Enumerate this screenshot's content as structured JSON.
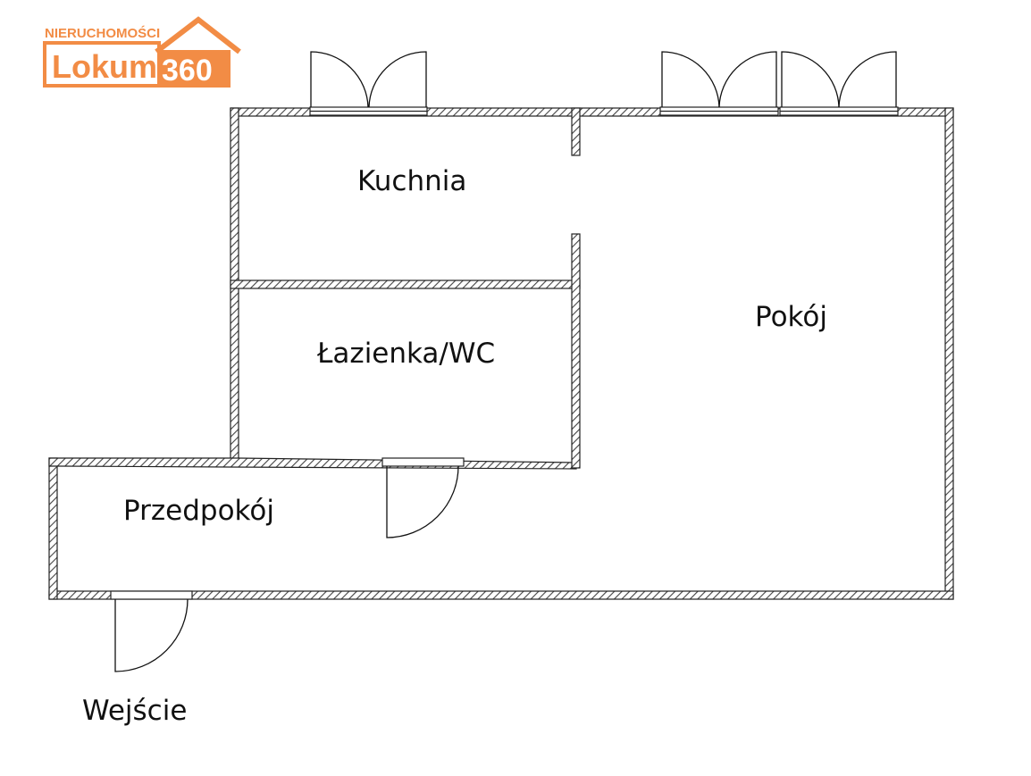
{
  "logo": {
    "top_text": "NIERUCHOMOŚCI",
    "brand": "Lokum",
    "number": "360",
    "color": "#f28c45"
  },
  "rooms": {
    "kitchen": "Kuchnia",
    "room": "Pokój",
    "bathroom": "Łazienka/WC",
    "hall": "Przedpokój",
    "entrance": "Wejście"
  }
}
